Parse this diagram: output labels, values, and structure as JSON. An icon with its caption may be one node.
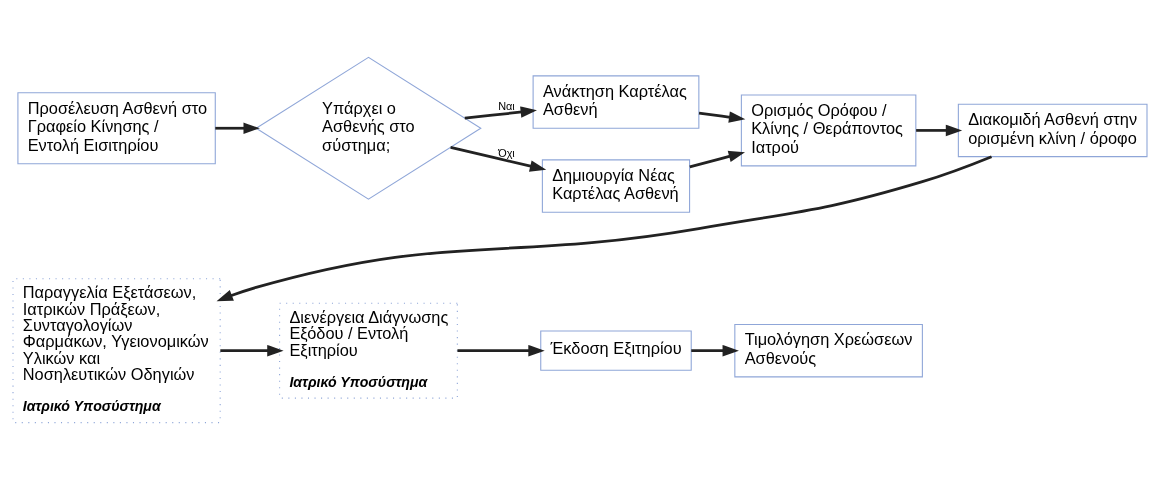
{
  "diagram": {
    "nodes": [
      {
        "text": [
          "Προσέλευση Ασθενή στο Γραφείο Κίνησης / Εντολή Εισιτηρίου"
        ]
      },
      {
        "text": [
          "Υπάρχει ο Ασθενής στο σύστημα;"
        ]
      },
      {
        "text": [
          "Ανάκτηση Καρτέλας Ασθενή"
        ]
      },
      {
        "text": [
          "Δημιουργία Νέας Καρτέλας Ασθενή"
        ]
      },
      {
        "text": [
          "Ορισμός Ορόφου / Κλίνης / Θεράποντος Ιατρού"
        ]
      },
      {
        "text": [
          "Διακομιδή Ασθενή στην ορισμένη κλίνη / όροφο"
        ]
      },
      {
        "text": [
          "Παραγγελία Εξετάσεων, Ιατρικών Πράξεων, Συνταγολογίων Φαρμάκων, Υγειονομικών Υλικών και Νοσηλευτικών Οδηγιών",
          "Ιατρικό Υποσύστημα"
        ]
      },
      {
        "text": [
          "Διενέργεια Διάγνωσης Εξόδου / Εντολή Εξιτηρίου",
          "Ιατρικό Υποσύστημα"
        ]
      },
      {
        "text": [
          "Έκδοση Εξιτηρίου"
        ]
      },
      {
        "text": [
          "Τιμολόγηση Χρεώσεων Ασθενούς"
        ]
      }
    ],
    "edges": [
      {
        "from": 0,
        "to": 1,
        "arrow": "to"
      },
      {
        "from": 1,
        "to": 2,
        "arrow": "to",
        "label": "Ναι"
      },
      {
        "from": 1,
        "to": 3,
        "arrow": "to",
        "label": "Όχι"
      },
      {
        "from": 2,
        "to": 4,
        "arrow": "to"
      },
      {
        "from": 3,
        "to": 4,
        "arrow": "to"
      },
      {
        "from": 4,
        "to": 5,
        "arrow": "to"
      },
      {
        "from": 5,
        "to": 6,
        "arrow": "to"
      },
      {
        "from": 6,
        "to": 7,
        "arrow": "to"
      },
      {
        "from": 7,
        "to": 8,
        "arrow": "to"
      },
      {
        "from": 8,
        "to": 9,
        "arrow": "to"
      }
    ]
  }
}
